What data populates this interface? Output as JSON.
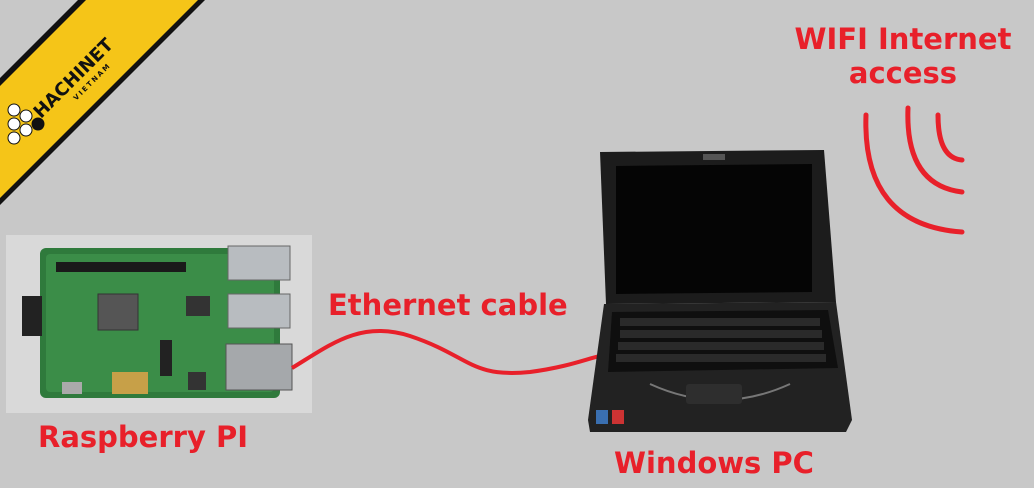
{
  "logo": {
    "brand": "HACHINET",
    "sub": "VIETNAM"
  },
  "labels": {
    "wifi_line1": "WIFI Internet",
    "wifi_line2": "access",
    "ethernet": "Ethernet cable",
    "raspberry": "Raspberry PI",
    "windows_pc": "Windows PC"
  },
  "colors": {
    "accent": "#e8202a",
    "background": "#c8c8c8",
    "logo_band": "#f5c518"
  }
}
